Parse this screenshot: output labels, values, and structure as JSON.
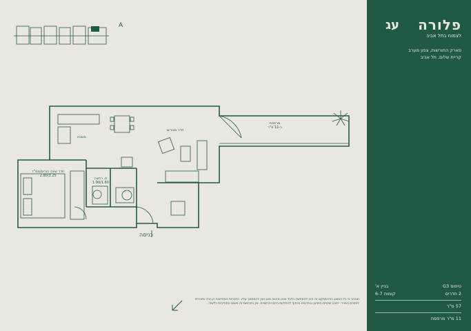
{
  "brand": {
    "name": "פלורה",
    "tagline": "לצמוח בתל אביב",
    "logo_mark": "עג"
  },
  "address": {
    "line1": "פארק החורשות, צפון מערב",
    "line2": "קריית שלום, תל אביב"
  },
  "specs": {
    "type": "טיפוס G3",
    "building": "בניין א'",
    "rooms": "2 חדרים",
    "floors": "קומות 6-7",
    "area": "57 מ\"ר",
    "balcony": "11 מ\"ר מרפסת"
  },
  "plan": {
    "north_mark": "A",
    "entrance": "כניסה",
    "rooms": {
      "living": "חדר מגורים",
      "kitchen": "מטבח",
      "bedroom": "חדר שינה הורים/ממ\"ד",
      "bedroom_size": "2.80/3.25",
      "bathroom": "ח. רחצה",
      "bathroom_size": "1.90/1.60",
      "balcony": "מרפסת",
      "balcony_size": "כ-11 מ\"ר"
    }
  },
  "disclaimer": "מובהר כי כל המוצג בפרוספקט זה הינו להמחשה בלבד ואינו מהווה מצג ואין להסתמך עליו. התכניות המחייבות הן אלו שיצורפו להסכם המכר. ייתכנו שינויים בתכנון ובפרטים בכפוף להחלטת היזם והרשויות. אין בפרסום זה משום התחייבות כלשהי."
}
